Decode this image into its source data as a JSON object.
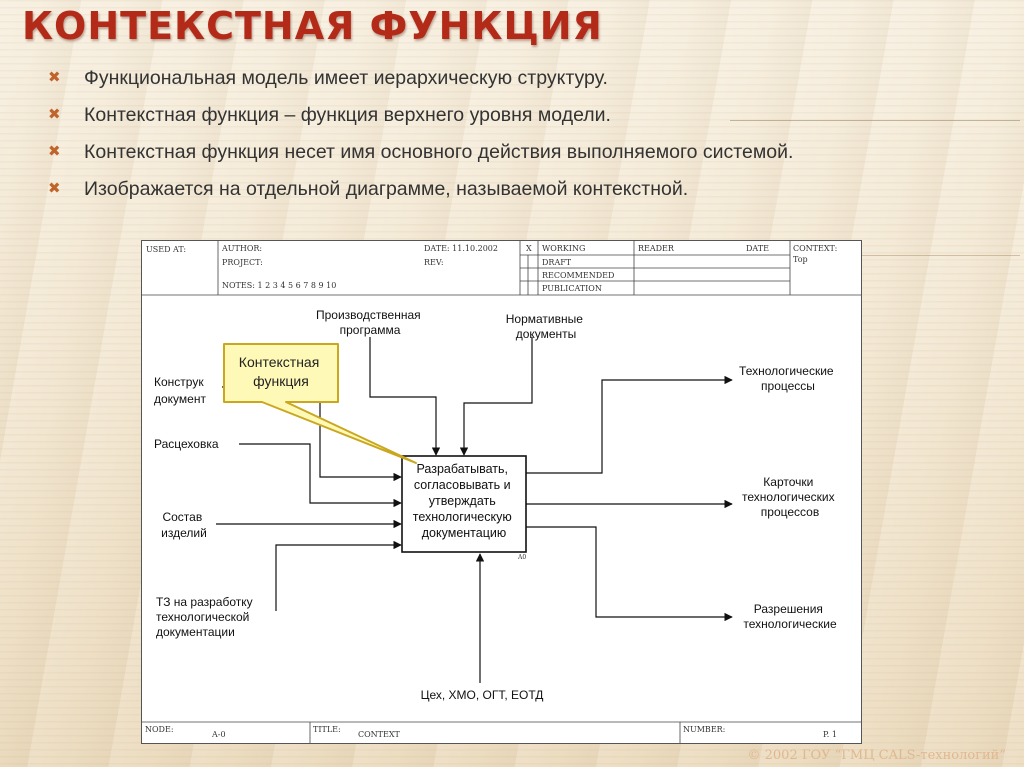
{
  "title": "КОНТЕКСТНАЯ ФУНКЦИЯ",
  "bullets": [
    "Функциональная модель имеет иерархическую структуру.",
    "Контекстная функция – функция верхнего уровня модели.",
    "Контекстная функция несет имя основного действия выполняемого системой.",
    "Изображается на отдельной диаграмме, называемой контекстной."
  ],
  "bullet_marker": "✖",
  "diagram": {
    "header": {
      "used_at": "USED AT:",
      "author": "AUTHOR:",
      "project": "PROJECT:",
      "notes": "NOTES:  1  2  3  4  5  6  7  8  9  10",
      "date": "DATE:  11.10.2002",
      "rev": "REV:",
      "x_mark": "X",
      "working": "WORKING",
      "draft": "DRAFT",
      "recommended": "RECOMMENDED",
      "publication": "PUBLICATION",
      "reader": "READER",
      "date2": "DATE",
      "context": "CONTEXT:",
      "context_value": "Top"
    },
    "footer": {
      "node": "NODE:",
      "node_value": "A-0",
      "title": "TITLE:",
      "title_value": "CONTEXT",
      "number": "NUMBER:",
      "number_value": "P. 1"
    },
    "callout": [
      "Контекстная",
      "функция"
    ],
    "function_box": [
      "Разрабатывать,",
      "согласовывать и",
      "утверждать",
      "технологическую",
      "документацию"
    ],
    "box_id": "A0",
    "controls": {
      "c1": [
        "Производственная",
        "программа"
      ],
      "c2": [
        "Нормативные",
        "документы"
      ]
    },
    "inputs": {
      "i1": [
        "Конструк",
        "документ"
      ],
      "i2": [
        "Расцеховка"
      ],
      "i3": [
        "Состав",
        "изделий"
      ],
      "i4": [
        "ТЗ на разработку",
        "технологической",
        "документации"
      ]
    },
    "outputs": {
      "o1": [
        "Технологические",
        "процессы"
      ],
      "o2": [
        "Карточки",
        "технологических",
        "процессов"
      ],
      "o3": [
        "Разрешения",
        "технологические"
      ]
    },
    "mechanism": "Цех, ХМО, ОГТ, ЕОТД"
  },
  "copyright": "© 2002 ГОУ “ГМЦ CALS-технологий”",
  "colors": {
    "title": "#b32b18",
    "callout_fill": "#fff9b8",
    "callout_stroke": "#c9a820",
    "bullet": "#c0642b"
  }
}
